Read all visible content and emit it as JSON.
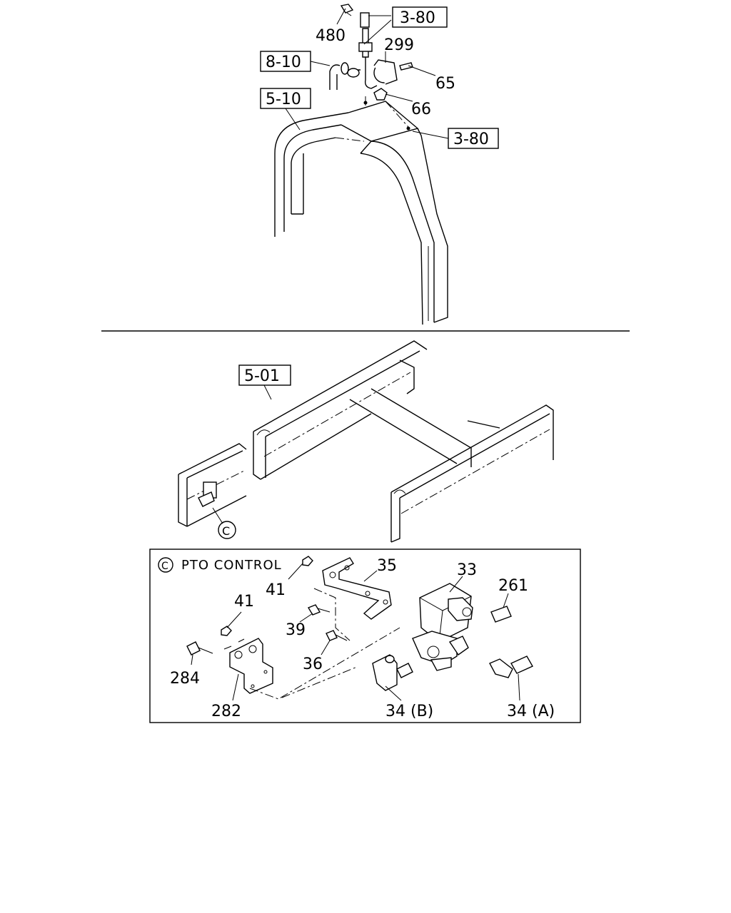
{
  "top_section": {
    "refs": [
      "3-80",
      "8-10",
      "5-10",
      "3-80"
    ],
    "labels": [
      "480",
      "299",
      "65",
      "66"
    ]
  },
  "middle_section": {
    "refs": [
      "5-01"
    ],
    "callout_marker": "C"
  },
  "detail_box": {
    "marker": "C",
    "title": "PTO CONTROL",
    "labels": [
      "41",
      "35",
      "33",
      "261",
      "41",
      "39",
      "36",
      "284",
      "282",
      "34 (B)",
      "34 (A)"
    ]
  }
}
